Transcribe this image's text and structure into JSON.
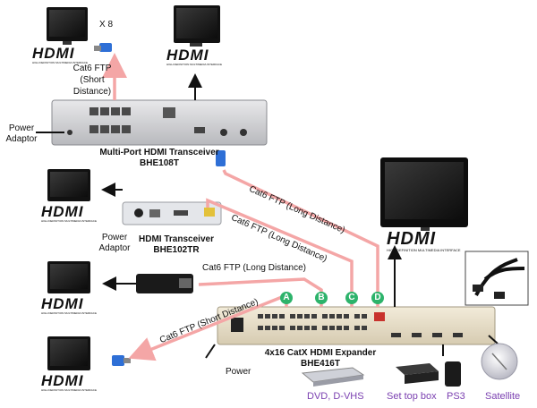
{
  "labels": {
    "times_eight": "X 8",
    "cat6_short": [
      "Cat6 FTP",
      "(Short",
      "Distance)"
    ],
    "power_adaptor_1": [
      "Power",
      "Adaptor"
    ],
    "bhe108t_name": "Multi-Port HDMI Transceiver",
    "bhe108t_model": "BHE108T",
    "bhe102tr_name": "HDMI Transceiver",
    "bhe102tr_model": "BHE102TR",
    "power_adaptor_2": [
      "Power",
      "Adaptor"
    ],
    "cable_long_1": "Cat6 FTP (Long Distance)",
    "cable_long_2": "Cat6 FTP (Long Distance)",
    "cable_long_3": "Cat6 FTP (Long Distance)",
    "cable_short_diag": "Cat6 FTP (Short Distance)",
    "bhe416t_name": "4x16 CatX HDMI Expander",
    "bhe416t_model": "BHE416T",
    "power": "Power",
    "ports": [
      "A",
      "B",
      "C",
      "D"
    ],
    "sources": [
      "DVD, D-VHS",
      "Set top box",
      "PS3",
      "Satellite"
    ]
  },
  "logo": {
    "word": "HDMI",
    "tagline": "HIGH DEFINITION MULTIMEDIA INTERFACE"
  },
  "colors": {
    "cable": "#f4a6a6",
    "port_badge": "#2db36b",
    "source_text": "#7a3fb0"
  }
}
